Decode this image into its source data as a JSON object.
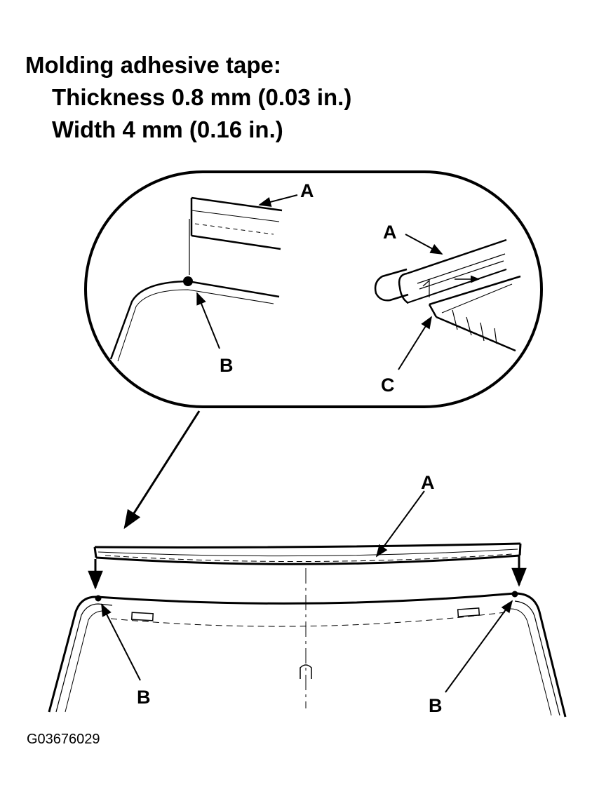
{
  "heading": {
    "title": "Molding adhesive tape:",
    "thickness": "Thickness 0.8 mm (0.03 in.)",
    "width": "Width 4 mm (0.16 in.)"
  },
  "callouts": {
    "a": "A",
    "b": "B",
    "c": "C"
  },
  "figure_code": "G03676029"
}
